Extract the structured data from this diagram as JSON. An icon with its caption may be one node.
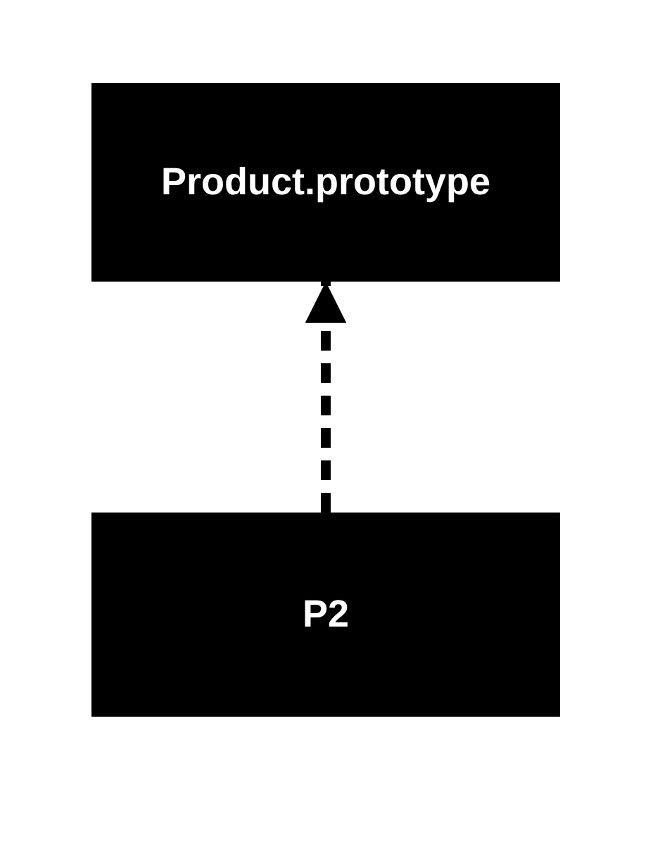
{
  "diagram": {
    "nodes": [
      {
        "text": [
          "Product.prototype"
        ]
      },
      {
        "text": [
          "P2"
        ]
      }
    ],
    "edges": [
      {
        "from": 1,
        "to": 0,
        "arrow": "to",
        "style": "dashed"
      }
    ]
  }
}
